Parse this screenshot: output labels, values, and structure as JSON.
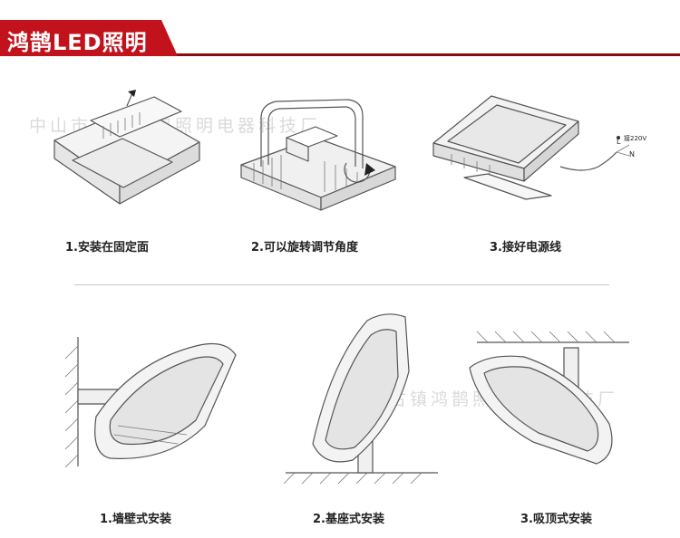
{
  "header": {
    "title": "鸿鹊LED照明"
  },
  "watermarks": [
    "中山市古镇鸿鹊照明电器科技厂",
    "中山市古镇鸿鹊照明电器科技厂"
  ],
  "steps": [
    "1.安装在固定面",
    "2.可以旋转调节角度",
    "3.接好电源线"
  ],
  "wire_labels": {
    "voltage": "接220V",
    "live": "L",
    "neutral": "N"
  },
  "mounts": [
    "1.墙壁式安装",
    "2.基座式安装",
    "3.吸顶式安装"
  ],
  "colors": {
    "banner": "#c2121c",
    "banner_line": "#8a0a10",
    "watermark": "#dadada"
  }
}
